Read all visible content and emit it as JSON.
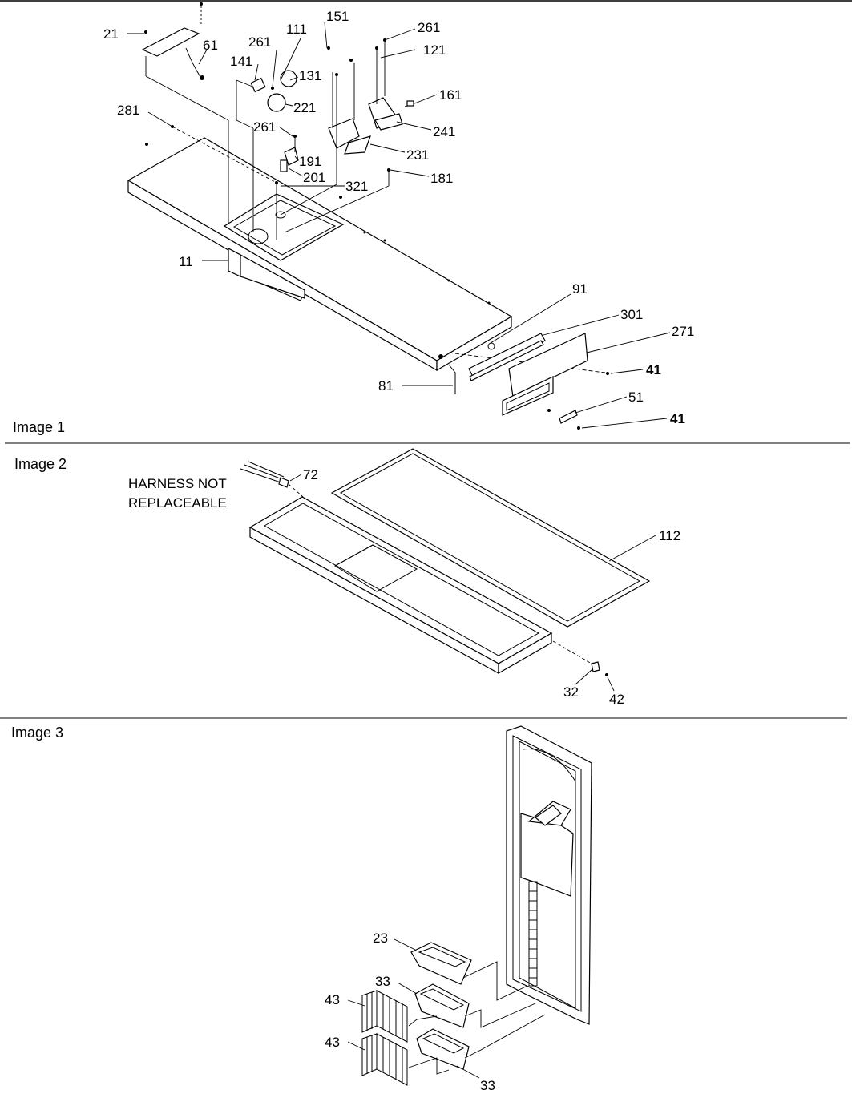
{
  "panels": [
    {
      "caption": "Image 1",
      "callouts": [
        "21",
        "61",
        "261",
        "111",
        "151",
        "141",
        "131",
        "221",
        "261",
        "121",
        "161",
        "281",
        "261",
        "241",
        "191",
        "231",
        "201",
        "321",
        "181",
        "11",
        "91",
        "301",
        "271",
        "41",
        "81",
        "51",
        "41"
      ]
    },
    {
      "caption": "Image 2",
      "note_line1": "HARNESS NOT",
      "note_line2": "REPLACEABLE",
      "callouts": [
        "72",
        "112",
        "32",
        "42"
      ]
    },
    {
      "caption": "Image 3",
      "callouts": [
        "23",
        "33",
        "43",
        "43",
        "33"
      ]
    }
  ]
}
